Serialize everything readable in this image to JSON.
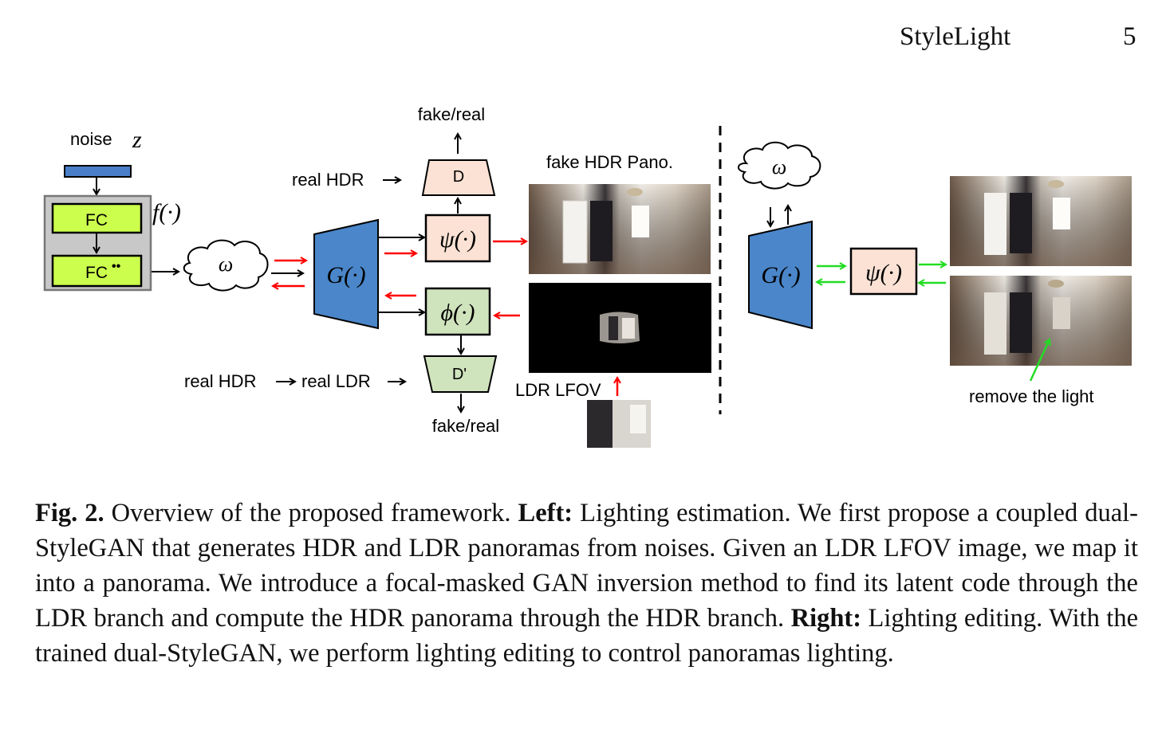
{
  "header": {
    "running_title": "StyleLight",
    "page_number": "5"
  },
  "figure": {
    "labels": {
      "noise": "noise",
      "z": "z",
      "fc1": "FC",
      "fc2": "FC",
      "fc2_dots": "••",
      "f_func": "f(·)",
      "omega": "ω",
      "generator": "G(·)",
      "psi": "ψ(·)",
      "phi": "ϕ(·)",
      "disc": "D",
      "disc_prime": "D'",
      "fake_real_top": "fake/real",
      "fake_real_bottom": "fake/real",
      "real_hdr_top": "real HDR",
      "real_hdr_bottom": "real HDR",
      "real_ldr": "real LDR",
      "fake_hdr_pano": "fake HDR Pano.",
      "ldr_lfov": "LDR LFOV",
      "remove_light": "remove the light"
    },
    "colors": {
      "input_bar": "#4a7fc8",
      "fc_fill": "#ccff4d",
      "fc_group": "#c8c8c8",
      "generator": "#4a86c9",
      "psi_fill": "#fbe2d4",
      "phi_fill": "#cfe3bd",
      "red_arrow": "#ff0000",
      "green_arrow": "#22dd22",
      "black": "#000000"
    },
    "icons": [
      "cloud-omega-icon",
      "room-panorama-image",
      "masked-panorama-image",
      "ldr-crop-image"
    ]
  },
  "caption": {
    "fig_label": "Fig. 2.",
    "intro": " Overview of the proposed framework. ",
    "left_label": "Left:",
    "left_text": " Lighting estimation. We first propose a coupled dual-StyleGAN that generates HDR and LDR panoramas from noises. Given an LDR LFOV image, we map it into a panorama. We introduce a focal-masked GAN inversion method to find its latent code through the LDR branch and compute the HDR panorama through the HDR branch. ",
    "right_label": "Right:",
    "right_text": " Lighting editing. With the trained dual-StyleGAN, we perform lighting editing to control panoramas lighting."
  }
}
